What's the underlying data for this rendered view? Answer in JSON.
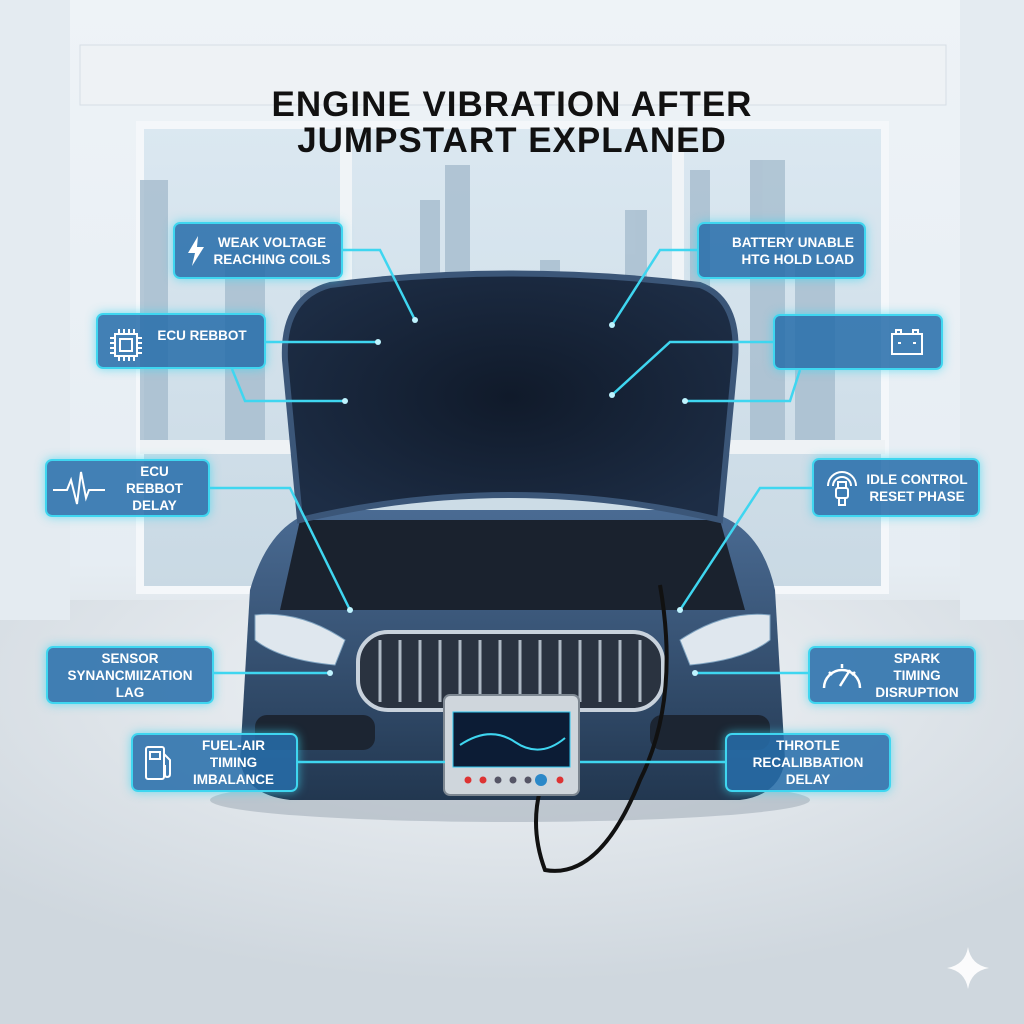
{
  "title": {
    "line1": "ENGINE VIBRATION AFTER",
    "line2": "JUMPSTART EXPLANED"
  },
  "accent_color": "#3fd6f0",
  "label_fill": "#266eaa",
  "labels": [
    {
      "text": "WEAK VOLTAGE REACHING COILS",
      "icon": "lightning-bolt-icon"
    },
    {
      "text": "ECU REBBOT",
      "icon": "chip-icon"
    },
    {
      "text": "ECU REBBOT DELAY",
      "icon": "pulse-icon"
    },
    {
      "text": "SENSOR SYNANCMIIZATION LAG",
      "icon": ""
    },
    {
      "text": "FUEL-AIR TIMING IMBALANCE",
      "icon": "fuel-pump-icon"
    },
    {
      "text": "BATTERY UNABLE HTG HOLD LOAD",
      "icon": ""
    },
    {
      "text": "",
      "icon": "battery-icon"
    },
    {
      "text": "IDLE CONTROL RESET PHASE",
      "icon": "spark-plug-icon"
    },
    {
      "text": "SPARK TIMING DISRUPTION",
      "icon": "gauge-icon"
    },
    {
      "text": "THROTLE RECALIBBATION DELAY",
      "icon": ""
    }
  ]
}
